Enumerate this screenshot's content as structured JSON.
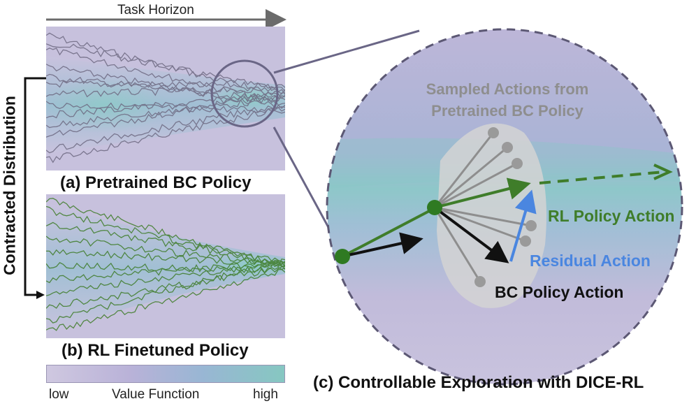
{
  "header": {
    "task_horizon": "Task Horizon"
  },
  "side_label": "Contracted Distribution",
  "panels": {
    "a_caption": "(a) Pretrained BC Policy",
    "b_caption": "(b) RL Finetuned Policy",
    "c_caption": "(c) Controllable Exploration with DICE-RL"
  },
  "legend": {
    "low": "low",
    "title": "Value Function",
    "high": "high"
  },
  "zoom": {
    "sampled_label_line1": "Sampled Actions from",
    "sampled_label_line2": "Pretrained BC Policy",
    "rl_action": "RL Policy Action",
    "residual_action": "Residual Action",
    "bc_action": "BC Policy Action"
  },
  "colors": {
    "trajectory_gray": "#6e6a82",
    "trajectory_green": "#3f7d2a",
    "rl_green": "#3f7d2a",
    "residual_blue": "#4a86e0",
    "bc_black": "#111111",
    "sampled_gray": "#9a9a9a",
    "dash_border": "#5c5874"
  }
}
